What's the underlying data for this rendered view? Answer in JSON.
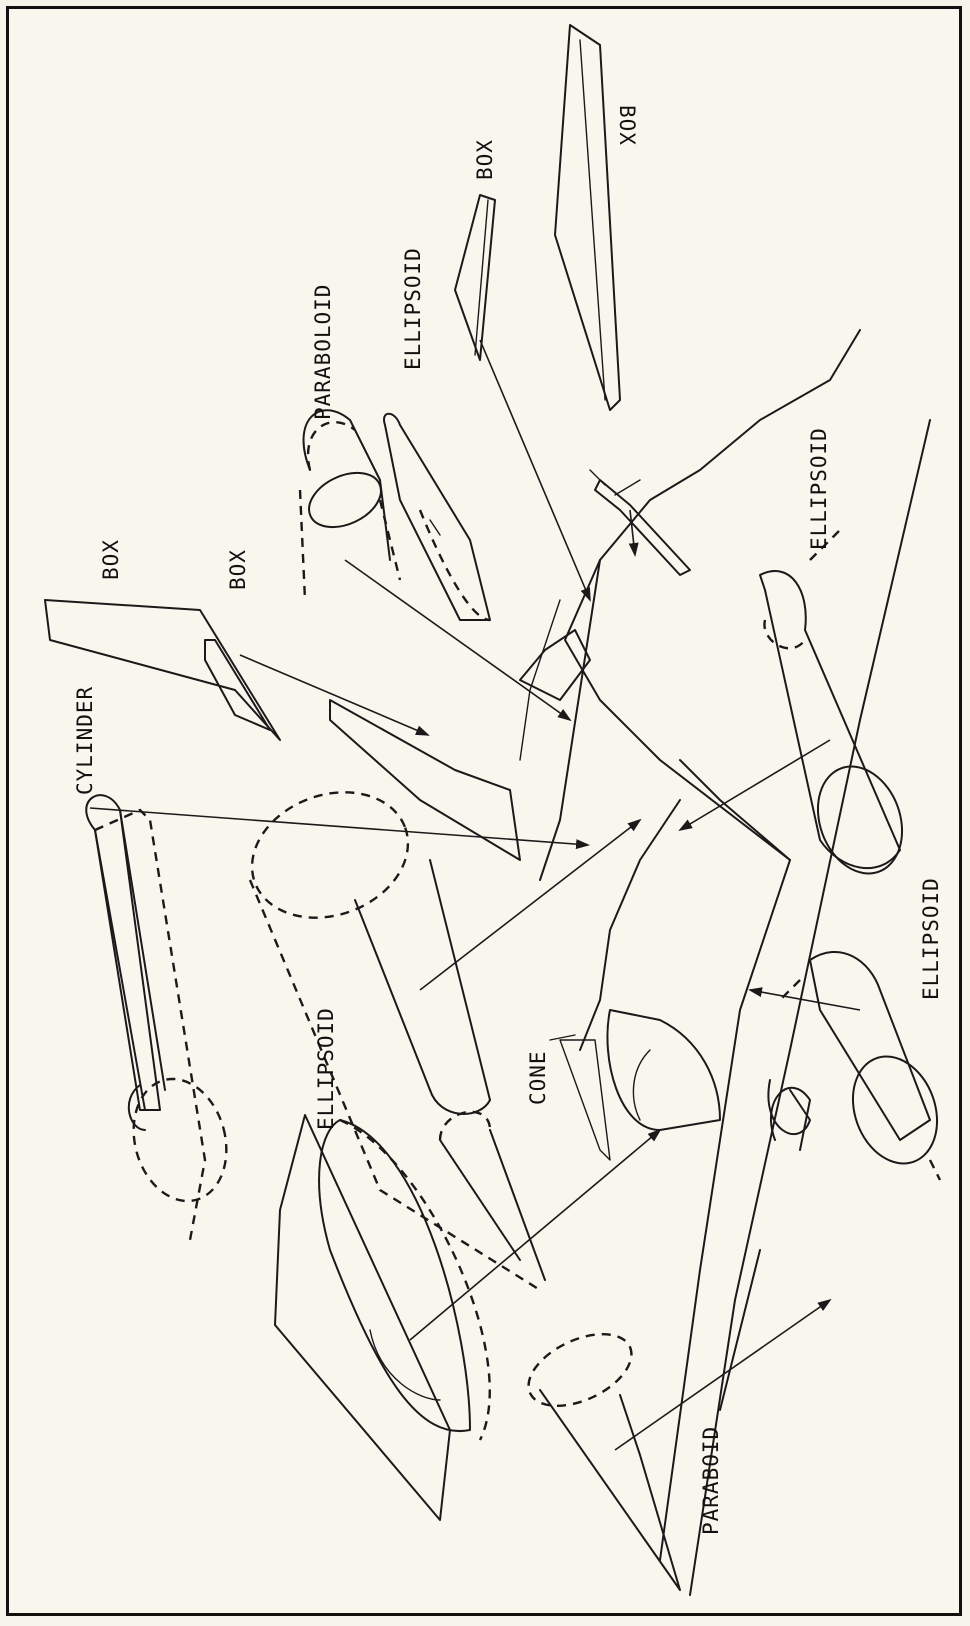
{
  "labels": {
    "cylinder": "CYLINDER",
    "box_tail_upper": "BOX",
    "box_tail_lower": "BOX",
    "paraboloid_intake": "PARABOLOID",
    "ellipsoid_pod": "ELLIPSOID",
    "box_stabilizer_small": "BOX",
    "box_stabilizer_large": "BOX",
    "ellipsoid_right_upper": "ELLIPSOID",
    "ellipsoid_right_lower": "ELLIPSOID",
    "ellipsoid_canopy": "ELLIPSOID",
    "cone": "CONE",
    "paraboloid_nose": "PARABOID"
  }
}
